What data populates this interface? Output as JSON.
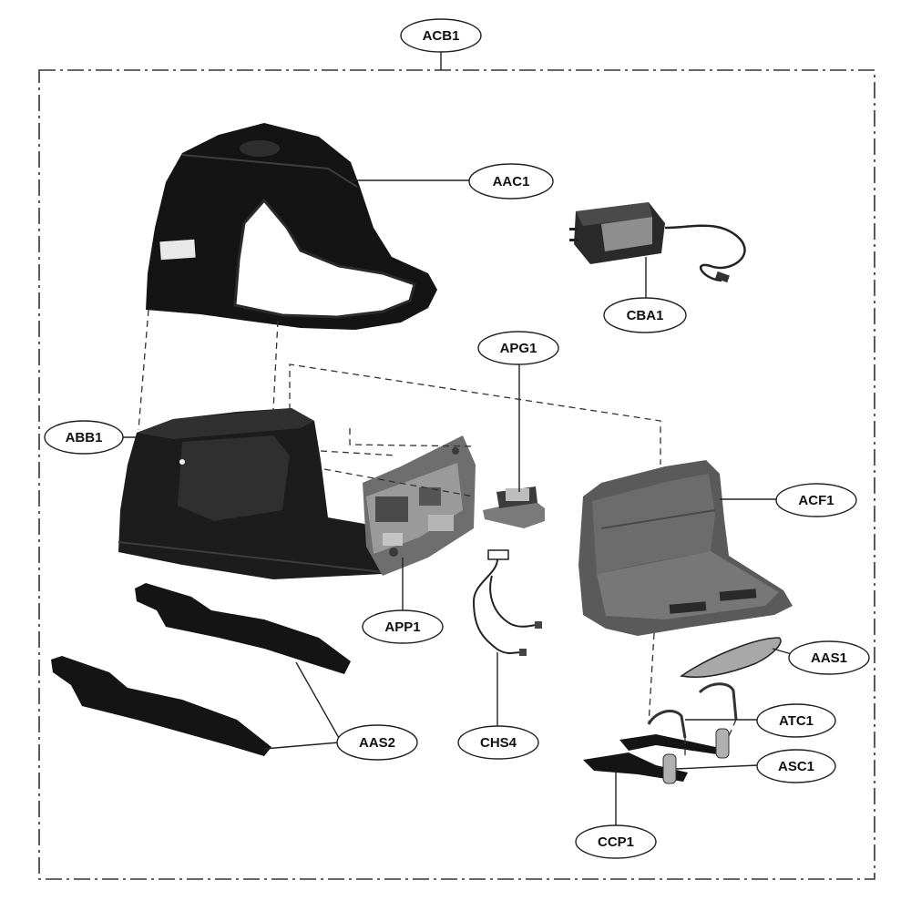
{
  "diagram": {
    "labels": {
      "acb1": "ACB1",
      "aac1": "AAC1",
      "cba1": "CBA1",
      "apg1": "APG1",
      "abb1": "ABB1",
      "acf1": "ACF1",
      "app1": "APP1",
      "aas1": "AAS1",
      "atc1": "ATC1",
      "asc1": "ASC1",
      "aas2": "AAS2",
      "chs4": "CHS4",
      "ccp1": "CCP1"
    },
    "colors": {
      "part_dark": "#141414",
      "part_mid": "#3a3a3a",
      "part_gray": "#5a5a5a",
      "part_light": "#9a9a9a",
      "line": "#222222"
    }
  }
}
